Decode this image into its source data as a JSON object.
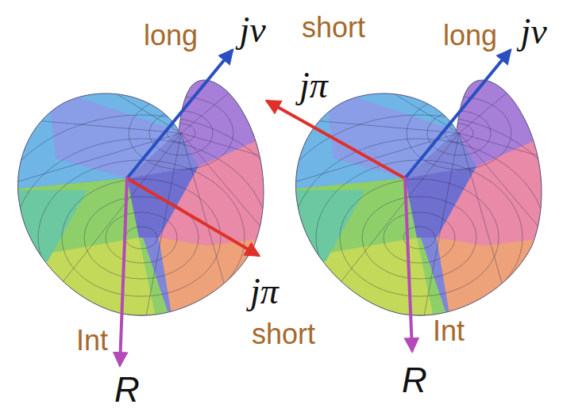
{
  "diagram": {
    "labels": [
      "long",
      "jν",
      "short",
      "long",
      "jν",
      "jπ",
      "jπ",
      "short",
      "Int",
      "Int",
      "R",
      "R"
    ]
  }
}
